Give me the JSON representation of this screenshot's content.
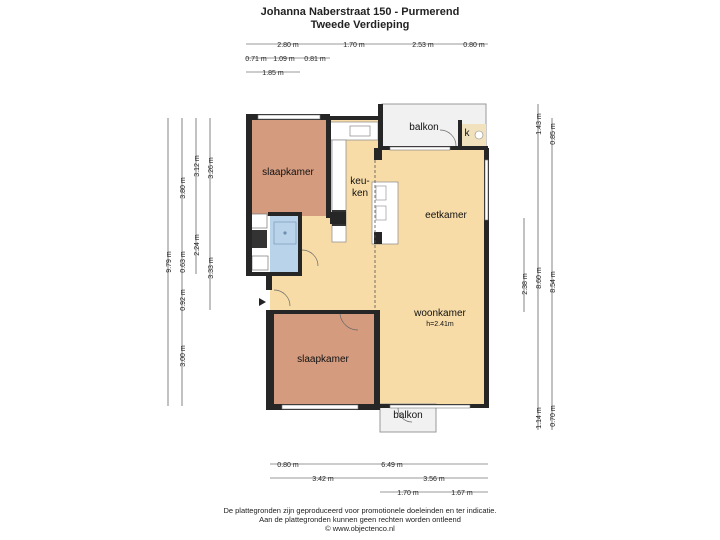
{
  "header": {
    "title": "Johanna Naberstraat 150 - Purmerend",
    "subtitle": "Tweede Verdieping"
  },
  "rooms": {
    "slaapkamer_top": "slaapkamer",
    "keuken_1": "keu-",
    "keuken_2": "ken",
    "eetkamer": "eetkamer",
    "woonkamer": "woonkamer",
    "woonkamer_height": "h=2.41m",
    "slaapkamer_bottom": "slaapkamer",
    "balkon_top": "balkon",
    "balkon_bottom": "balkon",
    "kast": "k"
  },
  "dims_top": {
    "d1": "2.80 m",
    "d2": "1.70 m",
    "d3": "2.53 m",
    "d4": "0.80 m",
    "d5": "0.71 m",
    "d6": "1.09 m",
    "d7": "0.81 m",
    "d8": "1.85 m"
  },
  "dims_left": {
    "total": "9.79 m",
    "a": "3.80 m",
    "b": "3.12 m",
    "c": "3.26 m",
    "d": "0.63 m",
    "e": "2.24 m",
    "f": "3.33 m",
    "g": "0.92 m",
    "h": "3.00 m"
  },
  "dims_right": {
    "a": "1.43 m",
    "b": "0.85 m",
    "c": "2.38 m",
    "d": "8.60 m",
    "e": "8.54 m",
    "f": "1.14 m",
    "g": "0.70 m"
  },
  "dims_bottom": {
    "a": "0.80 m",
    "b": "6.49 m",
    "c": "3.42 m",
    "d": "3.56 m",
    "e": "1.70 m",
    "f": "1.67 m"
  },
  "footer": {
    "line1": "De plattegronden zijn geproduceerd voor promotionele doeleinden en ter indicatie.",
    "line2": "Aan de plattegronden kunnen geen rechten worden ontleend",
    "line3": "© www.objectenco.nl"
  },
  "colors": {
    "floor": "#f7dca8",
    "bedroom": "#d49b7f",
    "bath": "#b9d3ea",
    "balcony": "#f1f1f1",
    "wall": "#262626"
  }
}
